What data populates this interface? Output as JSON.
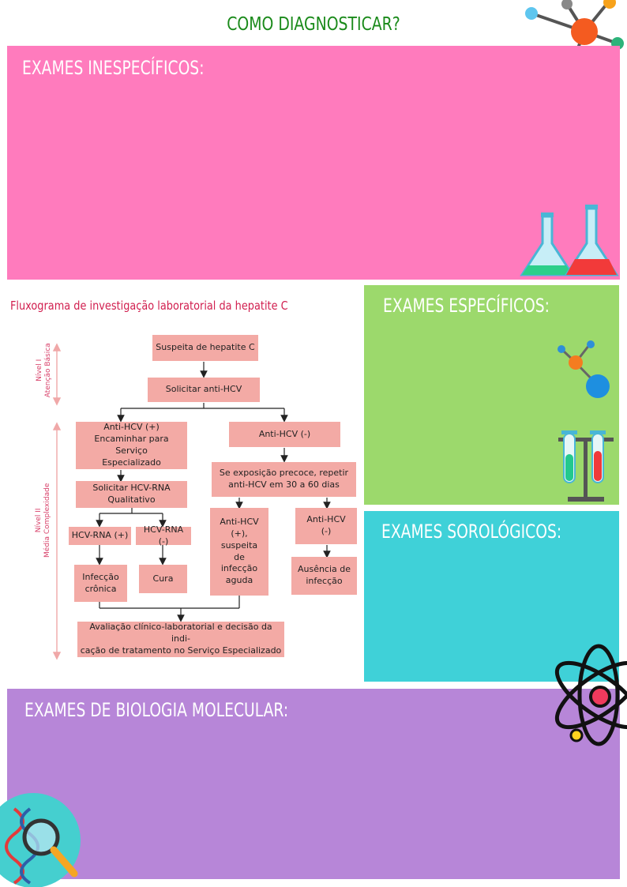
{
  "page": {
    "title": "COMO DIAGNOSTICAR?"
  },
  "panels": {
    "inespecificos": "EXAMES INESPECÍFICOS:",
    "especificos": "EXAMES ESPECÍFICOS:",
    "sorologicos": "EXAMES SOROLÓGICOS:",
    "biologia_molecular": "EXAMES DE BIOLOGIA MOLECULAR:"
  },
  "flowchart": {
    "title": "Fluxograma de investigação laboratorial da hepatite C",
    "level_1": "Nível I\nAtenção Básica",
    "level_2": "Nível II\nMédia Complexidade",
    "boxes": {
      "suspeita": "Suspeita de hepatite C",
      "solicitar_anti": "Solicitar anti-HCV",
      "anti_pos": "Anti-HCV (+)\nEncaminhar para Serviço\nEspecializado",
      "anti_neg": "Anti-HCV (-)",
      "solicitar_rna": "Solicitar HCV-RNA\nQualitativo",
      "exposicao": "Se exposição precoce, repetir\nanti-HCV em 30 a 60 dias",
      "rna_pos": "HCV-RNA   (+)",
      "rna_neg": "HCV-RNA (-)",
      "anti_pos_aguda": "Anti-HCV\n(+),\nsuspeita\nde\ninfecção\naguda",
      "anti_neg_2": "Anti-HCV\n(-)",
      "infeccao_cronica": "Infecção\ncrônica",
      "cura": "Cura",
      "ausencia": "Ausência de\ninfecção",
      "avaliacao": "Avaliação clínico-laboratorial e decisão da indi-\ncação de tratamento no Serviço Especializado"
    }
  },
  "icons": [
    "molecule-icon",
    "flasks-icon",
    "small-molecule-icon",
    "test-tubes-icon",
    "atom-icon",
    "dna-magnifier-icon"
  ],
  "colors": {
    "title": "#1a8a1a",
    "inespecificos": "#ff7bbd",
    "especificos": "#9cd96c",
    "sorologicos": "#3fd1d8",
    "biologia_molecular": "#b786d8",
    "flow_box": "#f3aaa5",
    "flow_title": "#d11f4f"
  }
}
